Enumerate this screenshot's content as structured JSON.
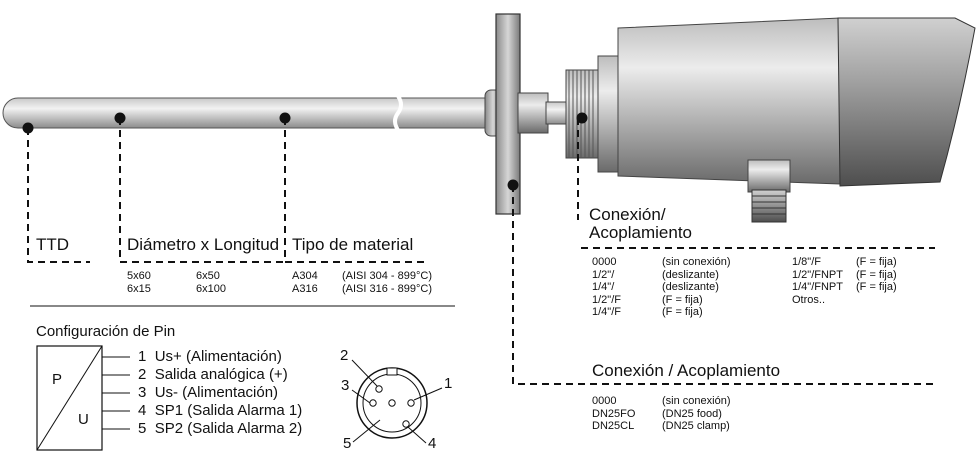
{
  "labels": {
    "ttd": "TTD",
    "diameter_length": "Diámetro x Longitud",
    "material": "Tipo de material",
    "connection_top_1": "Conexión/",
    "connection_top_2": "Acoplamiento",
    "connection_bottom": "Conexión / Acoplamiento",
    "pin_config": "Configuración de Pin",
    "box_p": "P",
    "box_u": "U"
  },
  "dimensions": {
    "col1": [
      "5x60",
      "6x15"
    ],
    "col2": [
      "6x50",
      "6x100"
    ]
  },
  "materials": {
    "codes": [
      "A304",
      "A316"
    ],
    "specs": [
      "(AISI 304 - 899°C)",
      "(AISI 316 - 899°C)"
    ]
  },
  "connections_top": {
    "codes": [
      "0000",
      "1/2\"/",
      "1/4\"/",
      "1/2\"/F",
      "1/4\"/F"
    ],
    "descs": [
      "(sin conexión)",
      "(deslizante)",
      "(deslizante)",
      "(F = fija)",
      "(F = fija)"
    ],
    "codes2": [
      "1/8\"/F",
      "1/2\"/FNPT",
      "1/4\"/FNPT",
      "Otros.."
    ],
    "descs2": [
      "(F = fija)",
      "(F = fija)",
      "(F = fija)"
    ]
  },
  "connections_bottom": {
    "codes": [
      "0000",
      "DN25FO",
      "DN25CL"
    ],
    "descs": [
      "(sin conexión)",
      "(DN25 food)",
      "(DN25 clamp)"
    ]
  },
  "pins": [
    {
      "num": "1",
      "label": "Us+ (Alimentación)"
    },
    {
      "num": "2",
      "label": "Salida analógica (+)"
    },
    {
      "num": "3",
      "label": "Us- (Alimentación)"
    },
    {
      "num": "4",
      "label": "SP1 (Salida Alarma 1)"
    },
    {
      "num": "5",
      "label": "SP2 (Salida Alarma 2)"
    }
  ],
  "connector_pin_numbers": [
    "1",
    "2",
    "3",
    "4",
    "5"
  ],
  "colors": {
    "probe_light": "#e8e8e8",
    "probe_dark": "#8a8a8a",
    "head_light": "#dcdcdc",
    "head_dark": "#6e6e6e"
  }
}
